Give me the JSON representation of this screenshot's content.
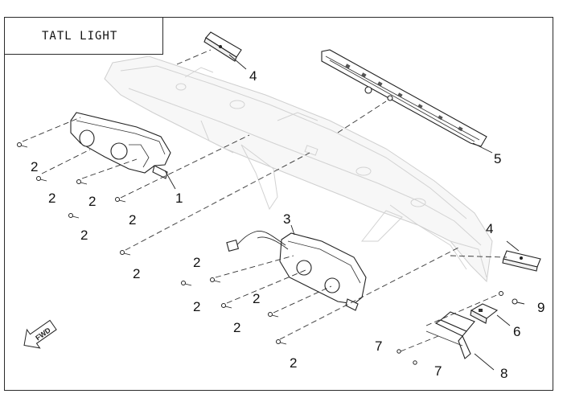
{
  "diagram": {
    "title": "TATL LIGHT",
    "direction_badge": "FWD",
    "callouts": {
      "c1": "1",
      "c2": "2",
      "c3": "3",
      "c4": "4",
      "c5": "5",
      "c6": "6",
      "c7": "7",
      "c8": "8",
      "c9": "9"
    }
  }
}
